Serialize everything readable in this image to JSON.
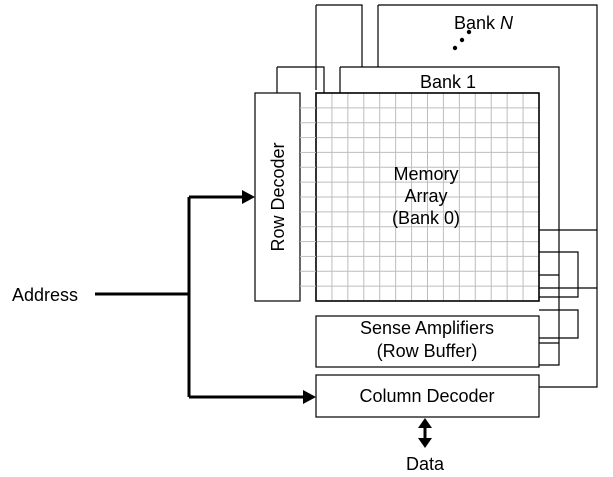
{
  "diagram": {
    "banks": {
      "bank_n_prefix": "Bank ",
      "bank_n_italic": "N",
      "bank_1": "Bank 1"
    },
    "row_decoder": "Row Decoder",
    "memory_array": {
      "line1": "Memory",
      "line2": "Array",
      "line3": "(Bank 0)"
    },
    "sense_amplifiers": {
      "line1": "Sense Amplifiers",
      "line2": "(Row Buffer)"
    },
    "column_decoder": "Column Decoder",
    "address": "Address",
    "data": "Data",
    "grid": {
      "rows": 14,
      "cols": 14
    }
  }
}
